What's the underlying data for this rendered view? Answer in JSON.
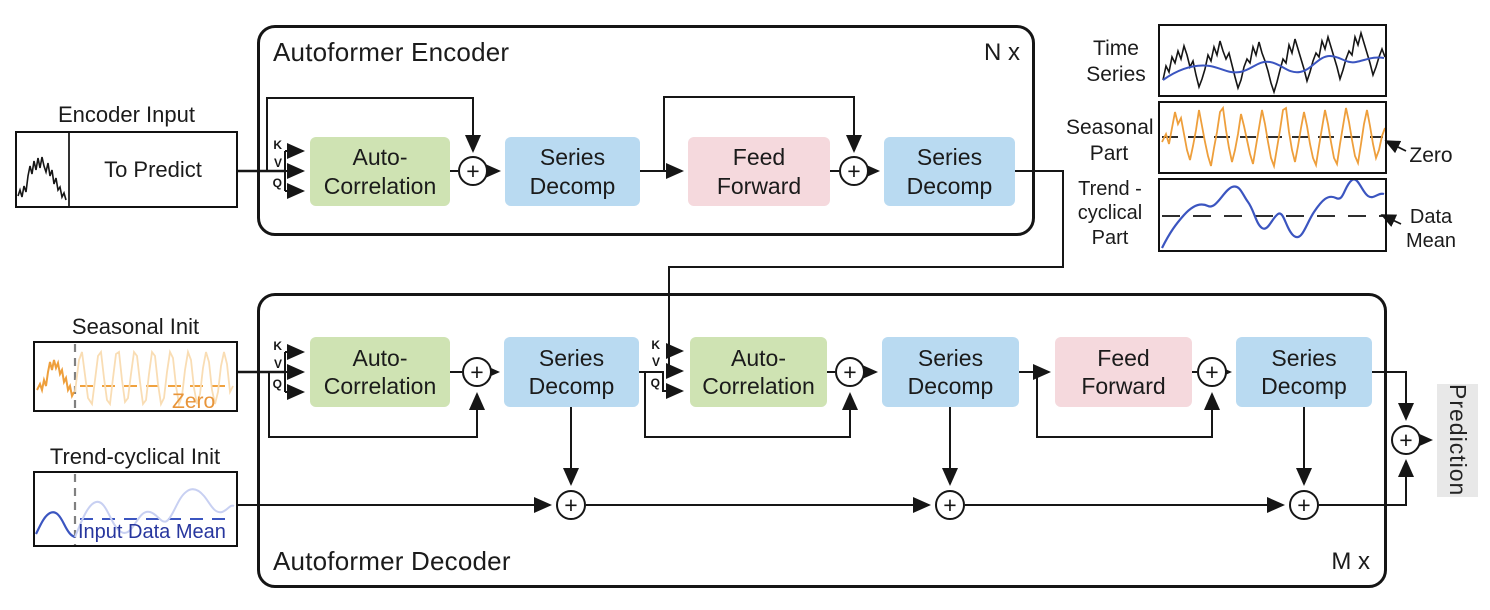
{
  "blocks": {
    "auto_correlation": "Auto-Correlation",
    "series_decomp": "Series Decomp",
    "feed_forward": "Feed Forward"
  },
  "encoder": {
    "title": "Autoformer Encoder",
    "repeat": "N x",
    "input": {
      "label": "Encoder Input",
      "value": "To Predict"
    }
  },
  "decoder": {
    "title": "Autoformer Decoder",
    "repeat": "M x",
    "seasonal_init": {
      "label": "Seasonal Init",
      "annotation": "Zero"
    },
    "trend_init": {
      "label": "Trend-cyclical Init",
      "annotation": "Input Data Mean"
    },
    "output": "Prediction"
  },
  "decomposition_panel": {
    "time_series": "Time Series",
    "seasonal_part": "Seasonal Part",
    "trend_part": "Trend -cyclical Part",
    "zero": "Zero",
    "data_mean": "Data Mean"
  },
  "symbols": {
    "plus": "+",
    "k": "K",
    "v": "V",
    "q": "Q"
  },
  "colors": {
    "attention_block": "#cfe3b3",
    "decomp_block": "#b9daf1",
    "feedforward_block": "#f5d9dd",
    "line": "#161616",
    "seasonal_series": "#ee9f3c",
    "seasonal_series_faded": "#f9ddb4",
    "trend_series": "#3b55c0",
    "trend_series_faded": "#c8d0f2",
    "trend_annotation_text": "#27369e",
    "prediction_bg": "#e8e8e8"
  }
}
